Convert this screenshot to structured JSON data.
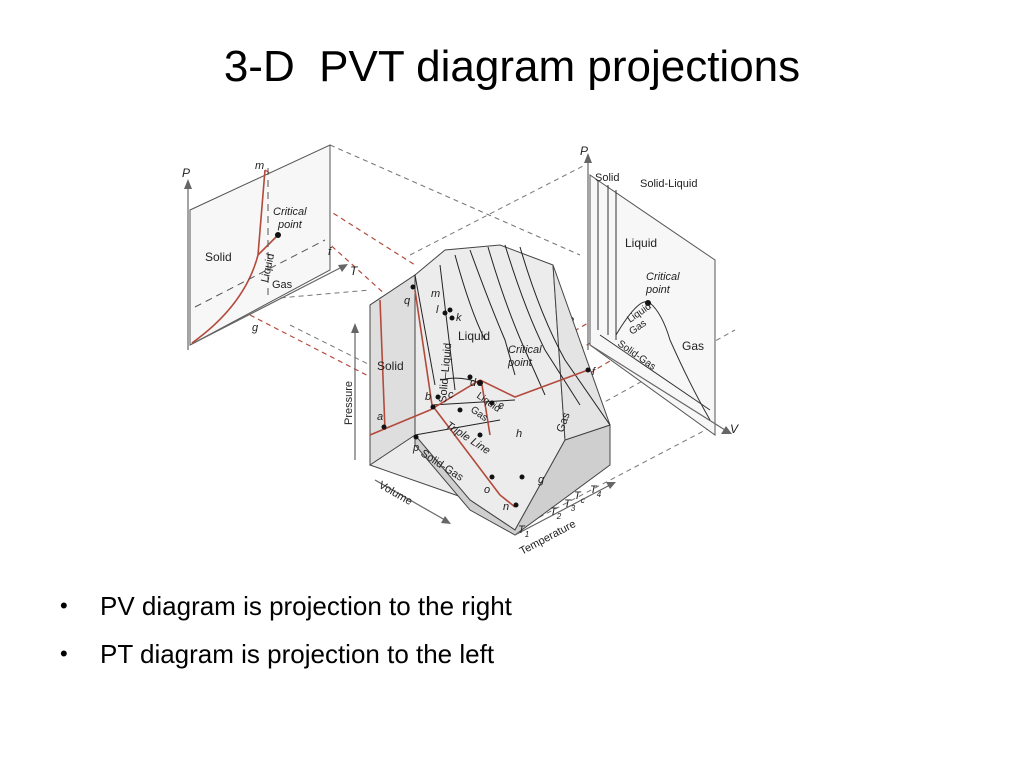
{
  "title": "3-D  PVT diagram projections",
  "bullets": [
    "PV diagram is projection to the right",
    "PT diagram is projection to the left"
  ],
  "bullet_glyph": "•",
  "figure": {
    "pt_panel": {
      "axis_p": "P",
      "axis_t": "T",
      "solid": "Solid",
      "liquid": "Liquid",
      "gas": "Gas",
      "critical_1": "Critical",
      "critical_2": "point",
      "pt_m": "m",
      "pt_f": "f",
      "pt_g": "g"
    },
    "pv_panel": {
      "axis_p": "P",
      "axis_v": "V",
      "solid": "Solid",
      "solid_liquid": "Solid-Liquid",
      "liquid": "Liquid",
      "critical_1": "Critical",
      "critical_2": "point",
      "liquid_gas_1": "Liquid",
      "liquid_gas_2": "Gas",
      "solid_gas": "Solid-Gas",
      "gas": "Gas",
      "pt_o": "o"
    },
    "surface": {
      "solid": "Solid",
      "solid_liquid": "Solid–Liquid",
      "liquid": "Liquid",
      "critical_1": "Critical",
      "critical_2": "point",
      "liquid_gas_1": "Liquid",
      "liquid_gas_2": "Gas",
      "triple_line": "Triple Line",
      "solid_gas": "Solid-Gas",
      "gas": "Gas",
      "axis_pressure": "Pressure",
      "axis_volume": "Volume",
      "axis_temperature": "Temperature",
      "pt_q": "q",
      "pt_m": "m",
      "pt_l": "l",
      "pt_k": "k",
      "pt_d": "d",
      "pt_b": "b",
      "pt_c": "c",
      "pt_e": "e",
      "pt_a": "a",
      "pt_p": "p",
      "pt_h": "h",
      "pt_f": "f",
      "pt_g": "g",
      "pt_o": "o",
      "pt_n": "n",
      "t1": "T",
      "t1_sub": "1",
      "t2": "T",
      "t2_sub": "2",
      "t3": "T",
      "t3_sub": "3",
      "tc": "T",
      "tc_sub": "c",
      "t4": "T",
      "t4_sub": "4"
    }
  }
}
